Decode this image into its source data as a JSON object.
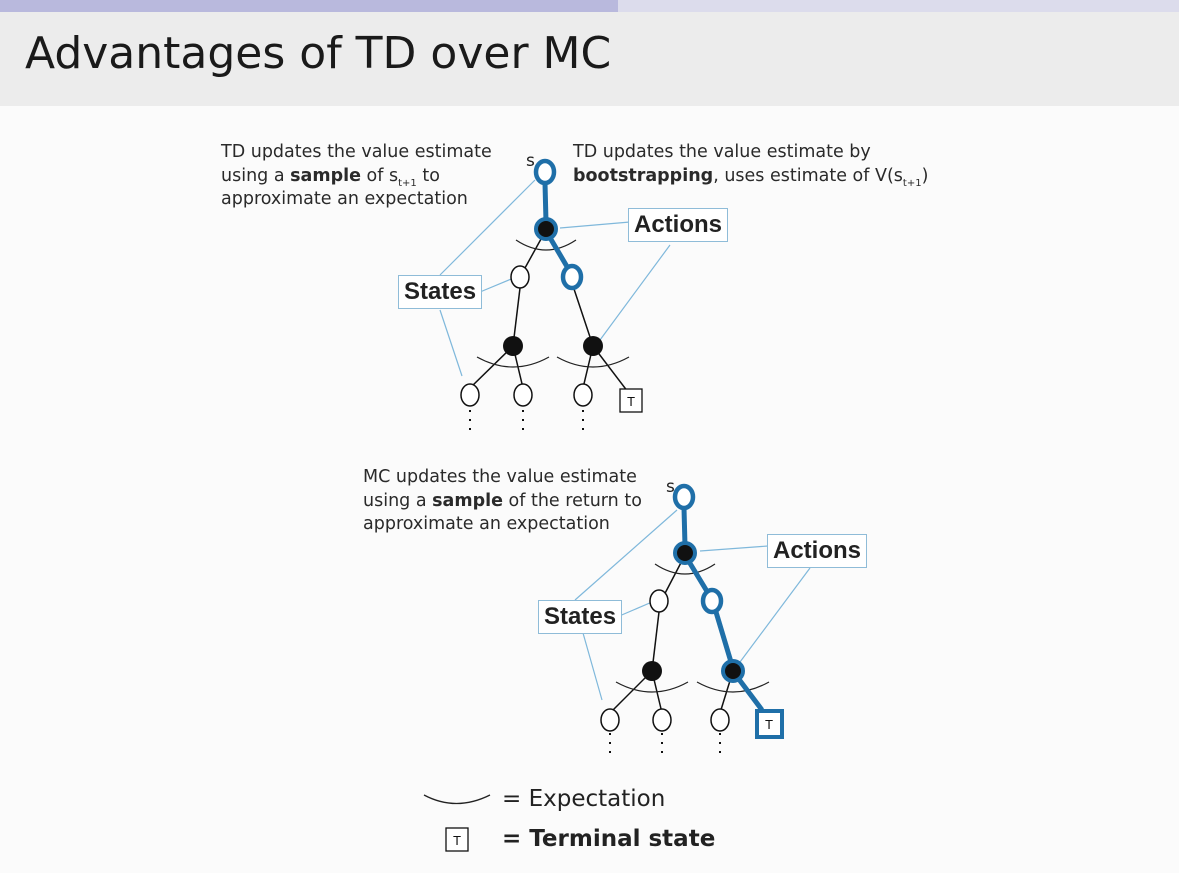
{
  "slide": {
    "title": "Advantages of TD over MC",
    "progress_fraction": 0.524
  },
  "td": {
    "caption_left": {
      "line1": "TD updates the value estimate",
      "line2_pre": "using a ",
      "line2_bold": "sample",
      "line2_mid": " of s",
      "line2_sub": "t+1",
      "line2_post": " to",
      "line3": "approximate an expectation"
    },
    "caption_right": {
      "line1": "TD updates the value estimate by",
      "line2_bold": "bootstrapping",
      "line2_mid": ", uses estimate of V(s",
      "line2_sub": "t+1",
      "line2_post": ")"
    },
    "root_label": "s",
    "states_label": "States",
    "actions_label": "Actions",
    "terminal_letter": "T"
  },
  "mc": {
    "caption": {
      "line1": "MC updates the value estimate",
      "line2_pre": "using a ",
      "line2_bold": "sample",
      "line2_post": " of the return to",
      "line3": "approximate an expectation"
    },
    "root_label": "s",
    "states_label": "States",
    "actions_label": "Actions",
    "terminal_letter": "T"
  },
  "legend": {
    "expectation": "= Expectation",
    "terminal_letter": "T",
    "terminal": "= Terminal state"
  },
  "colors": {
    "highlight": "#1f6fa8",
    "callout": "#7fb8db",
    "node": "#111111"
  }
}
